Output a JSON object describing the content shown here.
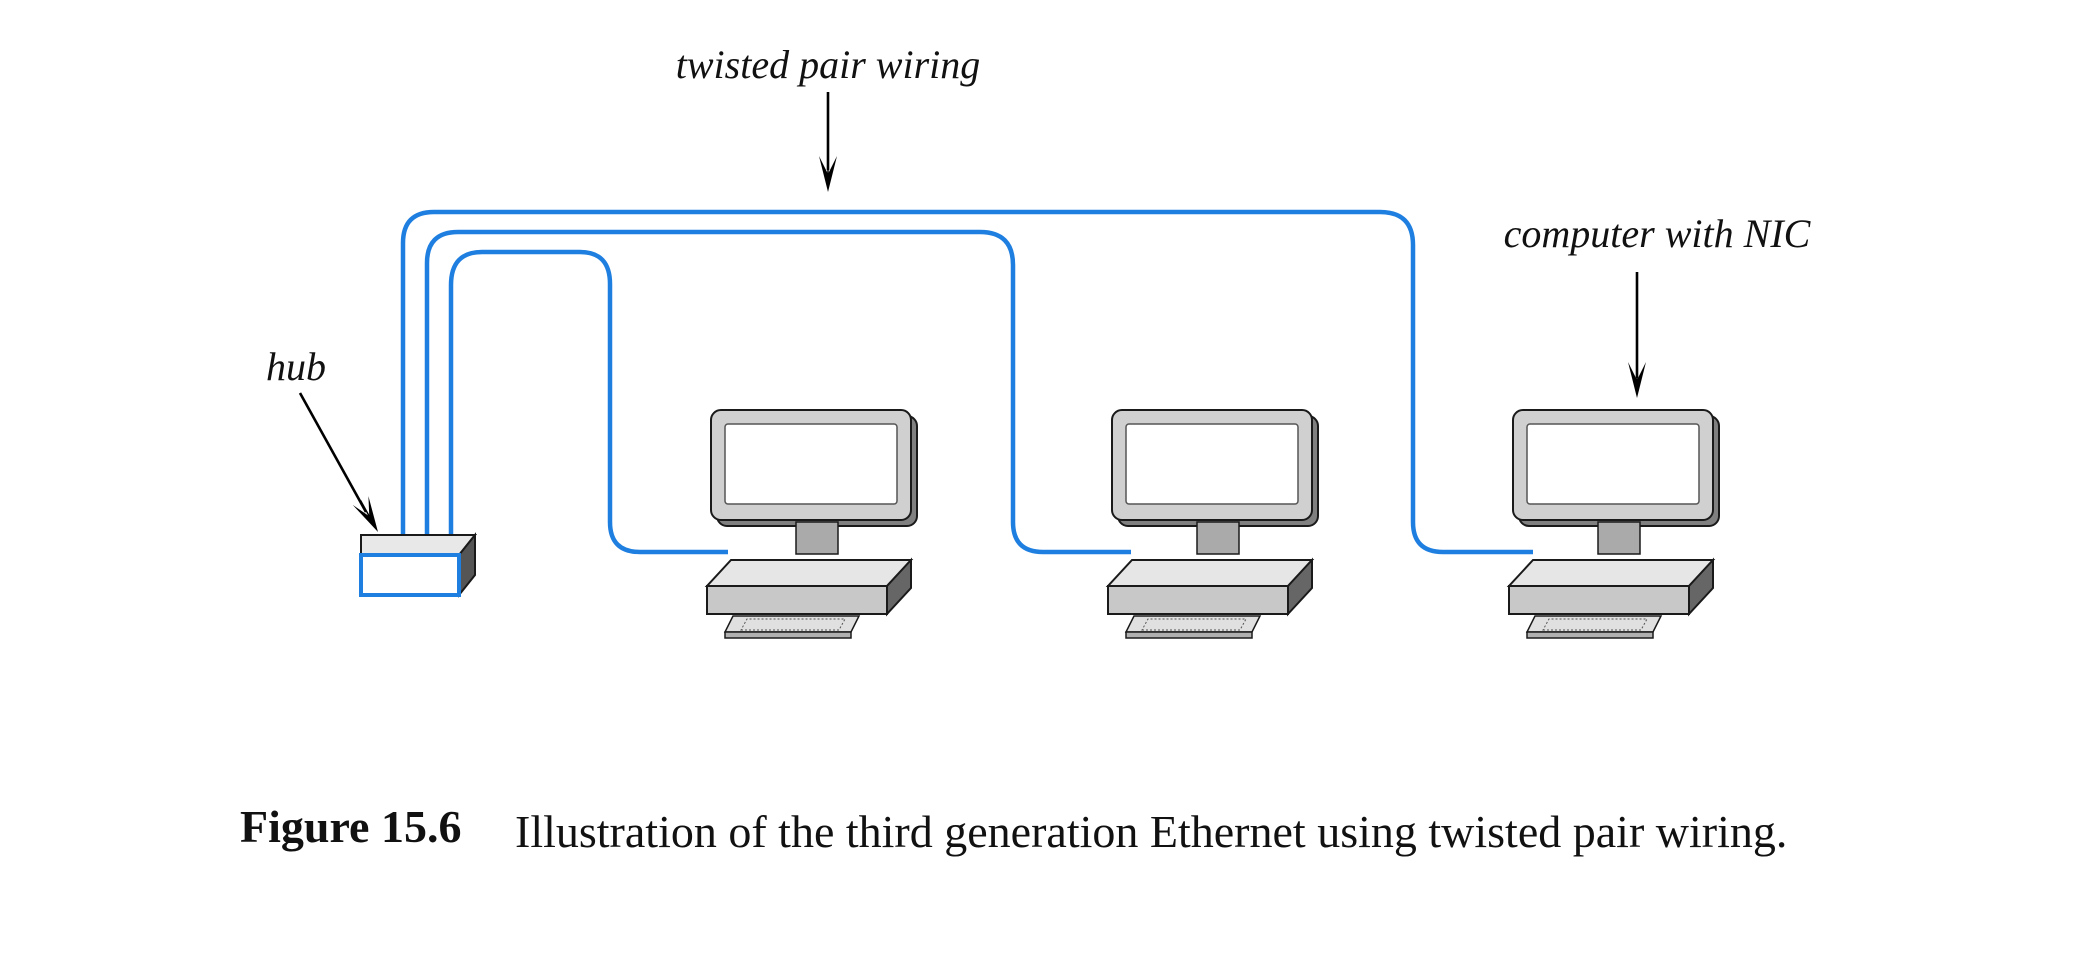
{
  "labels": {
    "twisted_pair": "twisted pair wiring",
    "computer": "computer with NIC",
    "hub": "hub"
  },
  "caption": {
    "number": "Figure 15.6",
    "text": "Illustration of the third generation Ethernet using twisted pair wiring."
  },
  "colors": {
    "wire": "#1f7fe0",
    "hub_face": "#1f7fe0"
  }
}
